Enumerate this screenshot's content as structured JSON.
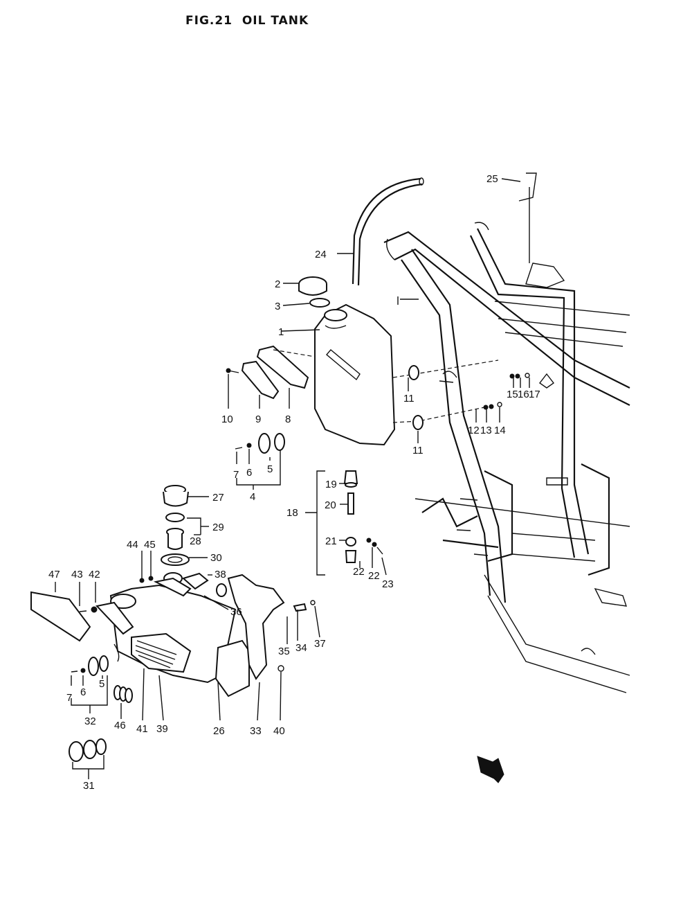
{
  "figure": {
    "title": "FIG.21  OIL TANK"
  },
  "callouts": [
    {
      "id": "1"
    },
    {
      "id": "2"
    },
    {
      "id": "3"
    },
    {
      "id": "4"
    },
    {
      "id": "5"
    },
    {
      "id": "6"
    },
    {
      "id": "7"
    },
    {
      "id": "8"
    },
    {
      "id": "9"
    },
    {
      "id": "10"
    },
    {
      "id": "11"
    },
    {
      "id": "12"
    },
    {
      "id": "13"
    },
    {
      "id": "14"
    },
    {
      "id": "15"
    },
    {
      "id": "16"
    },
    {
      "id": "17"
    },
    {
      "id": "18"
    },
    {
      "id": "19"
    },
    {
      "id": "20"
    },
    {
      "id": "21"
    },
    {
      "id": "22"
    },
    {
      "id": "23"
    },
    {
      "id": "24"
    },
    {
      "id": "25"
    },
    {
      "id": "26"
    },
    {
      "id": "27"
    },
    {
      "id": "28"
    },
    {
      "id": "29"
    },
    {
      "id": "30"
    },
    {
      "id": "31"
    },
    {
      "id": "32"
    },
    {
      "id": "33"
    },
    {
      "id": "34"
    },
    {
      "id": "35"
    },
    {
      "id": "36"
    },
    {
      "id": "37"
    },
    {
      "id": "38"
    },
    {
      "id": "39"
    },
    {
      "id": "40"
    },
    {
      "id": "41"
    },
    {
      "id": "42"
    },
    {
      "id": "43"
    },
    {
      "id": "44"
    },
    {
      "id": "45"
    },
    {
      "id": "46"
    },
    {
      "id": "47"
    }
  ]
}
